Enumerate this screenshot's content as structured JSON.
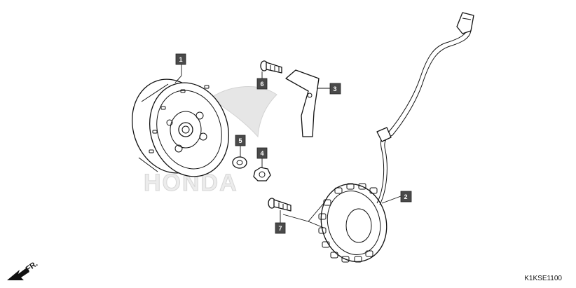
{
  "diagram": {
    "code": "K1KSE1100",
    "direction_label": "FR.",
    "watermark": "HONDA",
    "callouts": [
      "1",
      "2",
      "3",
      "4",
      "5",
      "6",
      "7"
    ]
  }
}
